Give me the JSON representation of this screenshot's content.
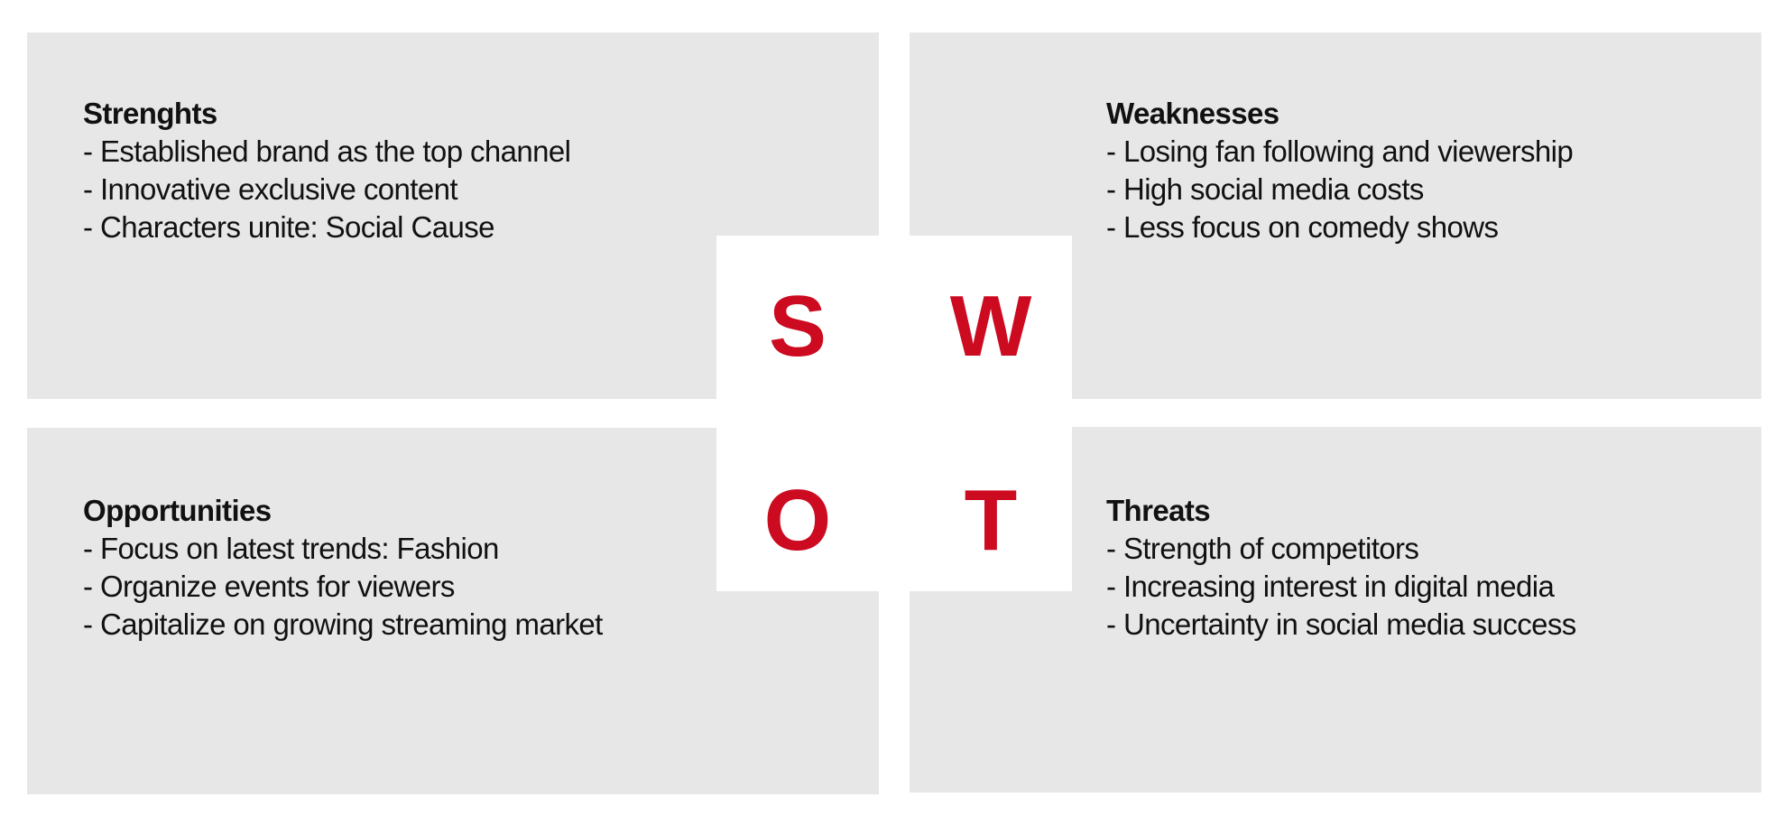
{
  "colors": {
    "panel_background": "#e7e7e7",
    "letter_accent": "#cc0a20",
    "text": "#111111"
  },
  "swot": {
    "letters": {
      "s": "S",
      "w": "W",
      "o": "O",
      "t": "T"
    },
    "strengths": {
      "title": "Strenghts",
      "items": [
        "- Established brand as the top channel",
        "- Innovative exclusive content",
        "- Characters unite: Social Cause"
      ]
    },
    "weaknesses": {
      "title": "Weaknesses",
      "items": [
        "- Losing fan following and viewership",
        "- High social media costs",
        "- Less focus on comedy shows"
      ]
    },
    "opportunities": {
      "title": "Opportunities",
      "items": [
        "- Focus on latest trends: Fashion",
        "- Organize events for viewers",
        "- Capitalize on growing streaming market"
      ]
    },
    "threats": {
      "title": "Threats",
      "items": [
        "- Strength of competitors",
        "- Increasing interest in digital media",
        "- Uncertainty in social media success"
      ]
    }
  }
}
